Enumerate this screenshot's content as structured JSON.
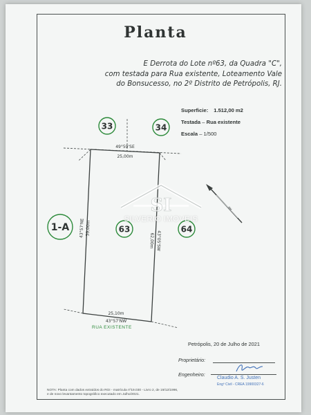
{
  "title": "Planta",
  "description": {
    "line1": "E Derrota do Lote  nº63, da Quadra \"C\",",
    "line2": "com testada para Rua existente, Loteamento Vale",
    "line3": "do Bonsucesso, no 2º Distrito de Petrópolis, RJ."
  },
  "specs": {
    "area_label": "Superficie:",
    "area_value": "1.512,00 m2",
    "frontage_label": "Testada",
    "frontage_value": "Rua existente",
    "scale_label": "Escala",
    "scale_value": "1/500"
  },
  "lots": {
    "top_left": "33",
    "top_right": "34",
    "left": "1-A",
    "center": "63",
    "right": "64"
  },
  "dimensions": {
    "top_bearing": "49°59'SE",
    "top_length": "25,00m",
    "left_bearing": "43°57'NE",
    "left_length": "59,00m",
    "right_length": "62,00m",
    "right_bearing": "43°05'SW",
    "bottom_length": "25,10m",
    "bottom_bearing": "43°57'NW"
  },
  "street": "RUA EXISTENTE",
  "watermark": {
    "letters": "SI",
    "text": "SILVERIO IMOVEIS"
  },
  "place_date": "Petrópolis, 20 de Julho de 2021",
  "owner_label": "Proprietário:",
  "engineer_label": "Engenheiro:",
  "engineer_name": "Claudio A. S. Justen",
  "engineer_crea": "Engº Civil - CREA 19900327-6",
  "footer": {
    "line1": "NOTA: Planta com dados extraídos do RGI - matrícula nº19.030 - Livro 2, de 19/12/1996,",
    "line2": "e de novo levantamento topográfico executado em Julho/2021."
  },
  "colors": {
    "lot_circle": "#2c8a3a",
    "ink": "#2f3433",
    "signature_blue": "#3e6fb8"
  }
}
